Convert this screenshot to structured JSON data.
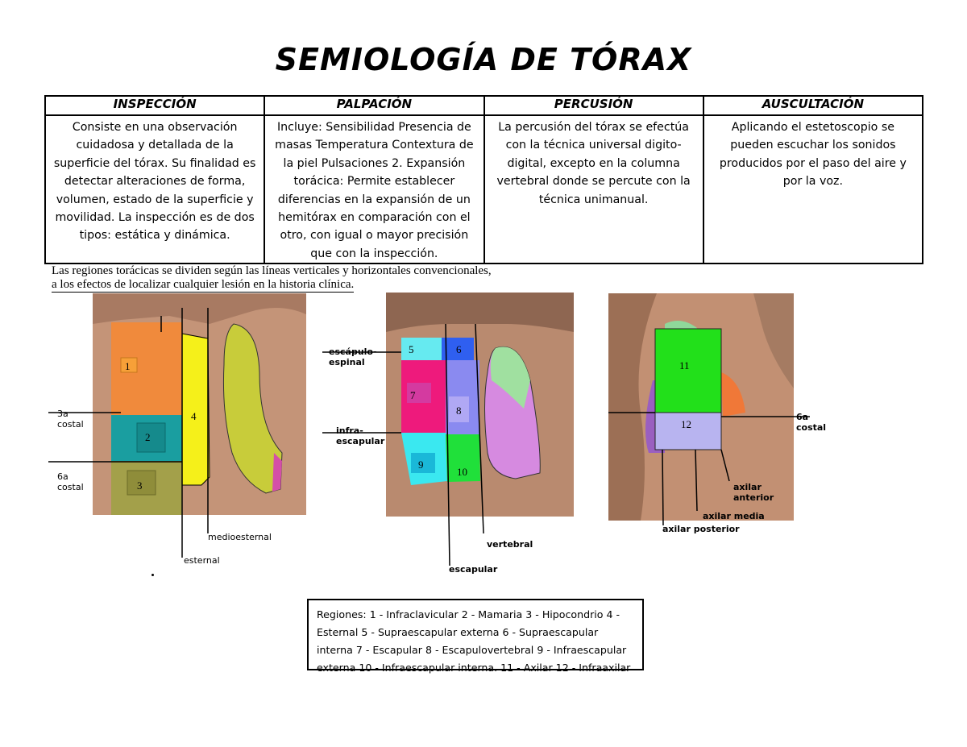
{
  "title": "SEMIOLOGÍA DE TÓRAX",
  "table": {
    "headers": [
      "INSPECCIÓN",
      "PALPACIÓN",
      "PERCUSIÓN",
      "AUSCULTACIÓN"
    ],
    "cells": [
      "Consiste en una observación cuidadosa y detallada de la superficie del tórax. Su finalidad es detectar alteraciones de forma, volumen, estado de la superficie y movilidad. La inspección es de dos tipos: estática y dinámica.",
      "Incluye: Sensibilidad Presencia de masas Temperatura Contextura de la piel Pulsaciones 2. Expansión torácica: Permite establecer diferencias en la expansión de un hemitórax en comparación con el otro, con igual o mayor precisión que con la inspección.",
      "La percusión del tórax se efectúa con la técnica universal digito-digital, excepto en la columna vertebral donde se percute con la técnica unimanual.",
      "Aplicando el estetoscopio se pueden escuchar los sonidos producidos por el paso del aire y por la voz."
    ]
  },
  "intro": {
    "line1": "Las regiones torácicas se dividen según las líneas verticales y horizontales convencionales,",
    "line2": "a los efectos de localizar cualquier lesión en la historia clínica."
  },
  "front": {
    "regions": [
      "1",
      "2",
      "3",
      "4"
    ],
    "labels": {
      "costal3": "3a\ncostal",
      "costal6": "6a\ncostal",
      "medioesternal": "medioesternal",
      "esternal": "esternal"
    }
  },
  "back": {
    "regions": [
      "5",
      "6",
      "7",
      "8",
      "9",
      "10"
    ],
    "labels": {
      "escapuloespinal": "escápulo-\nespinal",
      "infraescapular": "infra-\nescapular",
      "vertebral": "vertebral",
      "escapular": "escapular"
    }
  },
  "side": {
    "regions": [
      "11",
      "12"
    ],
    "labels": {
      "costal6": "6a\ncostal",
      "axilar_anterior": "axilar\nanterior",
      "axilar_media": "axilar media",
      "axilar_posterior": "axilar posterior"
    }
  },
  "legend": {
    "prefix": "Regiones:",
    "items": [
      {
        "n": "1",
        "t": "- Infraclavicular"
      },
      {
        "n": "2",
        "t": "- Mamaria"
      },
      {
        "n": "3",
        "t": "- Hipocondrio"
      },
      {
        "n": "4",
        "t": "- Esternal"
      },
      {
        "n": "5",
        "t": "- Supraescapular externa"
      },
      {
        "n": "6",
        "t": "- Supraescapular interna"
      },
      {
        "n": "7",
        "t": "- Escapular"
      },
      {
        "n": "8",
        "t": "- Escapulovertebral"
      },
      {
        "n": "9",
        "t": "- Infraescapular externa"
      },
      {
        "n": "10",
        "t": "- Infraescapular interna."
      },
      {
        "n": "11",
        "t": "- Axilar"
      },
      {
        "n": "12",
        "t": "- Infraaxilar"
      }
    ]
  }
}
